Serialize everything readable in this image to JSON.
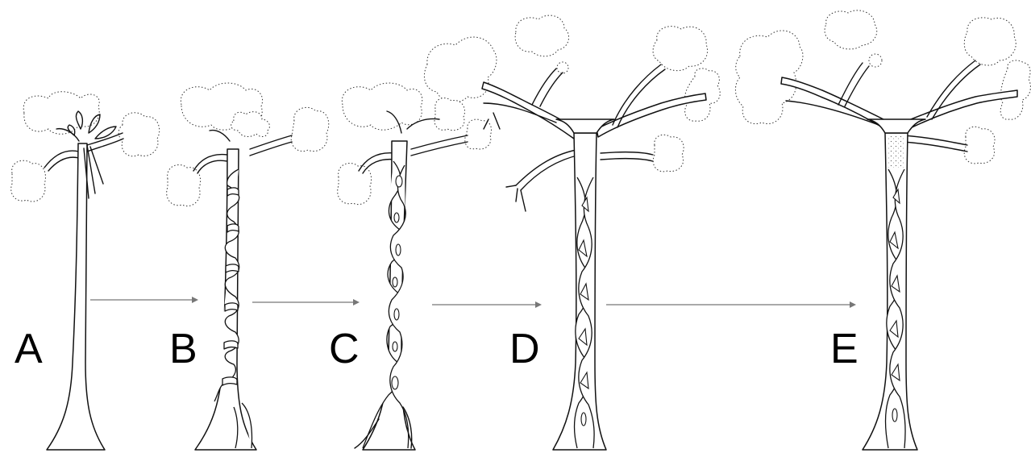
{
  "stages": [
    {
      "id": "A",
      "label": "A"
    },
    {
      "id": "B",
      "label": "B"
    },
    {
      "id": "C",
      "label": "C"
    },
    {
      "id": "D",
      "label": "D"
    },
    {
      "id": "E",
      "label": "E"
    }
  ],
  "transitions": [
    {
      "from": "A",
      "to": "B"
    },
    {
      "from": "B",
      "to": "C"
    },
    {
      "from": "C",
      "to": "D"
    },
    {
      "from": "D",
      "to": "E"
    }
  ],
  "colors": {
    "background": "#ffffff",
    "ink": "#111111",
    "arrow": "#777777"
  }
}
